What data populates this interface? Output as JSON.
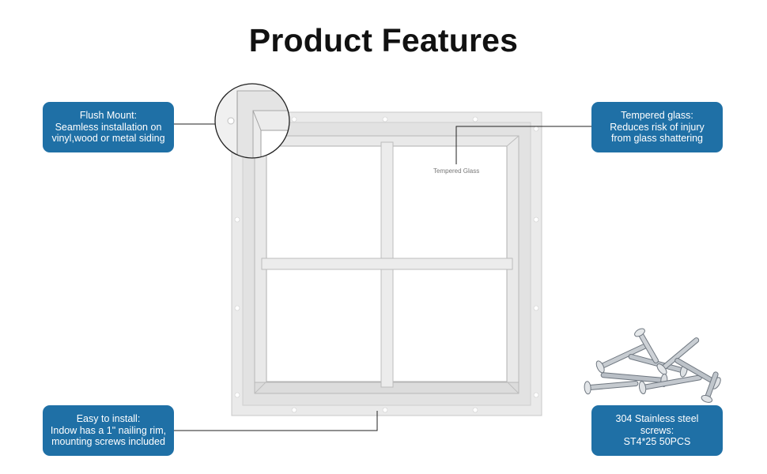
{
  "header": {
    "title": "Product Features"
  },
  "callouts": {
    "flush": {
      "lines": [
        "Flush Mount:",
        "Seamless installation on",
        "vinyl,wood or metal siding"
      ]
    },
    "glass": {
      "lines": [
        "Tempered glass:",
        "Reduces risk of injury",
        "from glass shattering"
      ]
    },
    "install": {
      "lines": [
        "Easy to install:",
        "Indow has a 1\" nailing rim,",
        "mounting screws included"
      ]
    },
    "screws": {
      "lines": [
        "304 Stainless steel",
        "screws:",
        "ST4*25 50PCS"
      ]
    }
  },
  "window": {
    "glass_label": "Tempered Glass"
  },
  "colors": {
    "callout_bg": "#1f70a6",
    "frame": "#e6e6e6",
    "frame_edge": "#b5b5b5"
  },
  "icons": {
    "screws": "screw-pile-icon",
    "zoom": "magnifier-circle-icon"
  }
}
